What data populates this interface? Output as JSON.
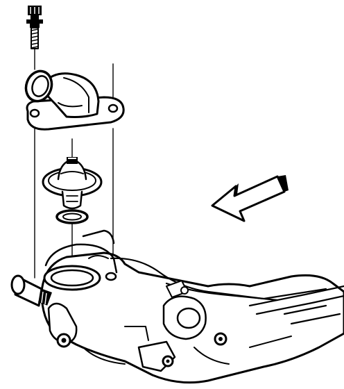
{
  "diagram": {
    "description_visible_text": "",
    "parts": [
      {
        "id": "bolt",
        "icon": "bolt-icon"
      },
      {
        "id": "thermostat-housing",
        "icon": "water-outlet-icon"
      },
      {
        "id": "thermostat",
        "icon": "thermostat-icon"
      },
      {
        "id": "seal",
        "icon": "seal-ring-icon"
      },
      {
        "id": "intake-manifold",
        "icon": "manifold-icon"
      },
      {
        "id": "coolant-sensor",
        "icon": "sensor-icon"
      },
      {
        "id": "direction-arrow",
        "icon": "arrow-left-icon"
      }
    ],
    "colors": {
      "ink": "#000000",
      "paper": "#ffffff"
    }
  }
}
